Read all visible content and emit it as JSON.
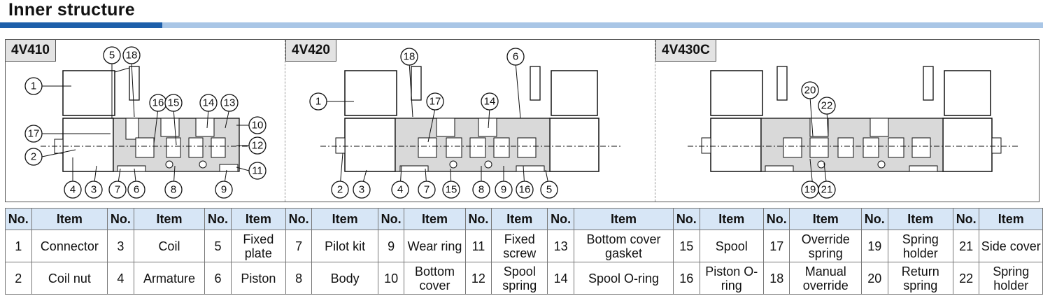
{
  "title": "Inner structure",
  "models": [
    "4V410",
    "4V420",
    "4V430C"
  ],
  "callouts": {
    "v410": [
      "1",
      "2",
      "4",
      "3",
      "5",
      "18",
      "16",
      "15",
      "14",
      "13",
      "10",
      "17",
      "12",
      "11",
      "7",
      "6",
      "8",
      "9"
    ],
    "v420": [
      "1",
      "2",
      "3",
      "4",
      "7",
      "15",
      "8",
      "9",
      "16",
      "5",
      "18",
      "17",
      "14",
      "6"
    ],
    "v430": [
      "20",
      "22",
      "19",
      "21"
    ]
  },
  "table": {
    "header_no": "No.",
    "header_item": "Item",
    "rows": [
      [
        [
          "1",
          "Connector"
        ],
        [
          "3",
          "Coil"
        ],
        [
          "5",
          "Fixed plate"
        ],
        [
          "7",
          "Pilot kit"
        ],
        [
          "9",
          "Wear ring"
        ],
        [
          "11",
          "Fixed screw"
        ],
        [
          "13",
          "Bottom cover gasket"
        ],
        [
          "15",
          "Spool"
        ],
        [
          "17",
          "Override spring"
        ],
        [
          "19",
          "Spring holder"
        ],
        [
          "21",
          "Side cover"
        ]
      ],
      [
        [
          "2",
          "Coil nut"
        ],
        [
          "4",
          "Armature"
        ],
        [
          "6",
          "Piston"
        ],
        [
          "8",
          "Body"
        ],
        [
          "10",
          "Bottom cover"
        ],
        [
          "12",
          "Spool spring"
        ],
        [
          "14",
          "Spool O-ring"
        ],
        [
          "16",
          "Piston O-ring"
        ],
        [
          "18",
          "Manual override"
        ],
        [
          "20",
          "Return spring"
        ],
        [
          "22",
          "Spring holder"
        ]
      ]
    ]
  },
  "colors": {
    "accent_dark": "#1d5faa",
    "accent_light": "#a9c6e6",
    "header_bg": "#d7e6f6",
    "body_fill": "#d9d9d9"
  }
}
